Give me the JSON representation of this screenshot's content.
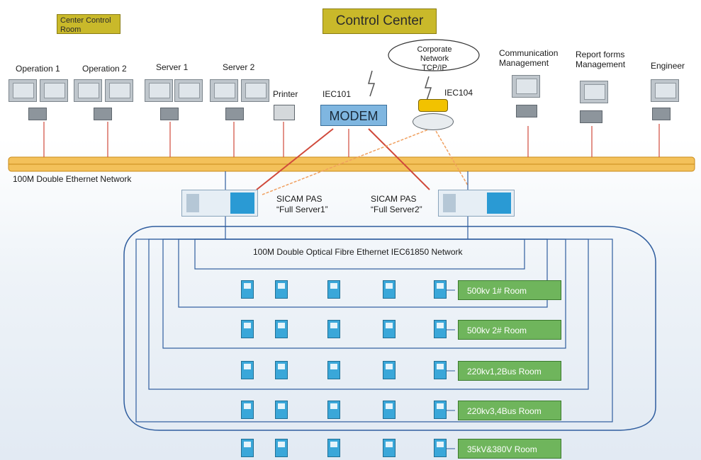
{
  "header": {
    "center_room": "Center Control Room",
    "control_center": "Control Center"
  },
  "corporate_network": "Corporate Network TCP/IP",
  "workstations": {
    "operation1": "Operation 1",
    "operation2": "Operation 2",
    "server1": "Server 1",
    "server2": "Server 2",
    "printer": "Printer",
    "comm_mgmt": "Communication Management",
    "report_mgmt": "Report forms Management",
    "engineer": "Engineer"
  },
  "protocols": {
    "iec101": "IEC101",
    "iec104": "IEC104",
    "modem": "MODEM"
  },
  "networks": {
    "ethernet": "100M Double Ethernet Network",
    "fibre": "100M Double Optical Fibre Ethernet  IEC61850 Network"
  },
  "sicam": {
    "server1": [
      "SICAM PAS",
      "“Full Server1”"
    ],
    "server2": [
      "SICAM PAS",
      "“Full Server2”"
    ]
  },
  "rooms": [
    "500kv 1# Room",
    "500kv 2# Room",
    "220kv1,2Bus Room",
    "220kv3,4Bus Room",
    "35kV&380V Room"
  ],
  "colors": {
    "bus": "#f2b94a",
    "room": "#6fb55c",
    "link": "#2f5d9e",
    "modem": "#7fb6e0"
  }
}
